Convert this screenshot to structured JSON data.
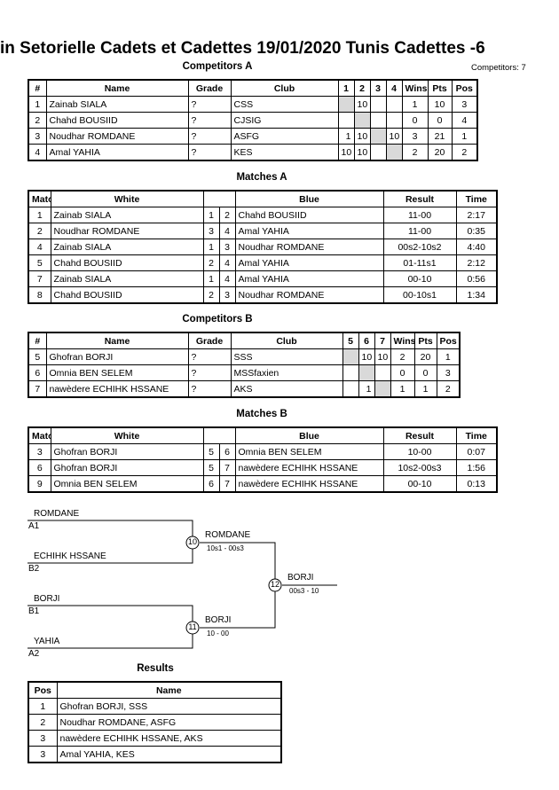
{
  "title": "in Setorielle Cadets et Cadettes  19/01/2020  Tunis   Cadettes -6",
  "competitors_a": {
    "heading": "Competitors A",
    "count_label": "Competitors: 7",
    "headers": [
      "#",
      "Name",
      "Grade",
      "Club",
      "1",
      "2",
      "3",
      "4",
      "Wins",
      "Pts",
      "Pos"
    ],
    "rows": [
      [
        "1",
        "Zainab SIALA",
        "?",
        "CSS",
        "",
        "10",
        "",
        "",
        "1",
        "10",
        "3"
      ],
      [
        "2",
        "Chahd BOUSIID",
        "?",
        "CJSIG",
        "",
        "",
        "",
        "",
        "0",
        "0",
        "4"
      ],
      [
        "3",
        "Noudhar ROMDANE",
        "?",
        "ASFG",
        "1",
        "10",
        "",
        "10",
        "3",
        "21",
        "1"
      ],
      [
        "4",
        "Amal YAHIA",
        "?",
        "KES",
        "10",
        "10",
        "",
        "",
        "2",
        "20",
        "2"
      ]
    ]
  },
  "matches_a": {
    "heading": "Matches A",
    "headers": [
      "Match",
      "White",
      "Blue",
      "Result",
      "Time"
    ],
    "rows": [
      [
        "1",
        "Zainab SIALA",
        "1",
        "2",
        "Chahd BOUSIID",
        "11-00",
        "2:17"
      ],
      [
        "2",
        "Noudhar ROMDANE",
        "3",
        "4",
        "Amal YAHIA",
        "11-00",
        "0:35"
      ],
      [
        "4",
        "Zainab SIALA",
        "1",
        "3",
        "Noudhar ROMDANE",
        "00s2-10s2",
        "4:40"
      ],
      [
        "5",
        "Chahd BOUSIID",
        "2",
        "4",
        "Amal YAHIA",
        "01-11s1",
        "2:12"
      ],
      [
        "7",
        "Zainab SIALA",
        "1",
        "4",
        "Amal YAHIA",
        "00-10",
        "0:56"
      ],
      [
        "8",
        "Chahd BOUSIID",
        "2",
        "3",
        "Noudhar ROMDANE",
        "00-10s1",
        "1:34"
      ]
    ]
  },
  "competitors_b": {
    "heading": "Competitors B",
    "headers": [
      "#",
      "Name",
      "Grade",
      "Club",
      "5",
      "6",
      "7",
      "Wins",
      "Pts",
      "Pos"
    ],
    "rows": [
      [
        "5",
        "Ghofran BORJI",
        "?",
        "SSS",
        "",
        "10",
        "10",
        "2",
        "20",
        "1"
      ],
      [
        "6",
        "Omnia BEN SELEM",
        "?",
        "MSSfaxien",
        "",
        "",
        "",
        "0",
        "0",
        "3"
      ],
      [
        "7",
        "nawèdere ECHIHK HSSANE",
        "?",
        "AKS",
        "",
        "1",
        "",
        "1",
        "1",
        "2"
      ]
    ]
  },
  "matches_b": {
    "heading": "Matches B",
    "headers": [
      "Match",
      "White",
      "Blue",
      "Result",
      "Time"
    ],
    "rows": [
      [
        "3",
        "Ghofran BORJI",
        "5",
        "6",
        "Omnia BEN SELEM",
        "10-00",
        "0:07"
      ],
      [
        "6",
        "Ghofran BORJI",
        "5",
        "7",
        "nawèdere ECHIHK HSSANE",
        "10s2-00s3",
        "1:56"
      ],
      [
        "9",
        "Omnia BEN SELEM",
        "6",
        "7",
        "nawèdere ECHIHK HSSANE",
        "00-10",
        "0:13"
      ]
    ]
  },
  "bracket": {
    "sf1_top_name": "ROMDANE",
    "sf1_top_seed": "A1",
    "sf1_bottom_name": "ECHIHK HSSANE",
    "sf1_bottom_seed": "B2",
    "sf1_match": "10",
    "sf1_winner": "ROMDANE",
    "sf1_score": "10s1 - 00s3",
    "sf2_top_name": "BORJI",
    "sf2_top_seed": "B1",
    "sf2_bottom_name": "YAHIA",
    "sf2_bottom_seed": "A2",
    "sf2_match": "11",
    "sf2_winner": "BORJI",
    "sf2_score": "10 - 00",
    "final_match": "12",
    "final_winner": "BORJI",
    "final_score": "00s3 - 10"
  },
  "results": {
    "heading": "Results",
    "headers": [
      "Pos",
      "Name"
    ],
    "rows": [
      [
        "1",
        "Ghofran BORJI, SSS"
      ],
      [
        "2",
        "Noudhar ROMDANE, ASFG"
      ],
      [
        "3",
        "nawèdere ECHIHK HSSANE, AKS"
      ],
      [
        "3",
        "Amal YAHIA, KES"
      ]
    ]
  }
}
